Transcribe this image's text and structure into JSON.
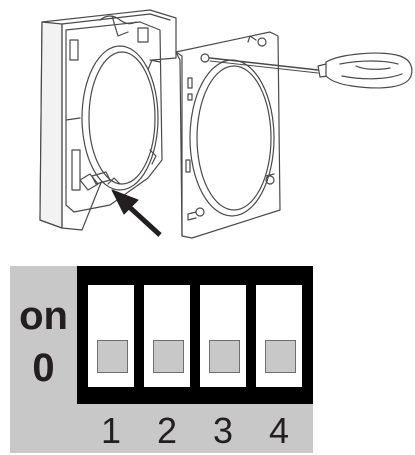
{
  "colors": {
    "panel_background": "#c8c8c8",
    "switch_housing": "#000000",
    "switch_slot": "#ffffff",
    "switch_knob": "#c8c8c8",
    "label_text": "#231f20"
  },
  "dip_switch": {
    "on_label": "on",
    "off_label": "0",
    "switches": [
      {
        "number": "1",
        "state": "off"
      },
      {
        "number": "2",
        "state": "off"
      },
      {
        "number": "3",
        "state": "off"
      },
      {
        "number": "4",
        "state": "off"
      }
    ]
  },
  "illustration": {
    "icons": [
      "device-housing-icon",
      "mounting-plate-icon",
      "screwdriver-icon",
      "pointer-arrow-icon"
    ]
  }
}
